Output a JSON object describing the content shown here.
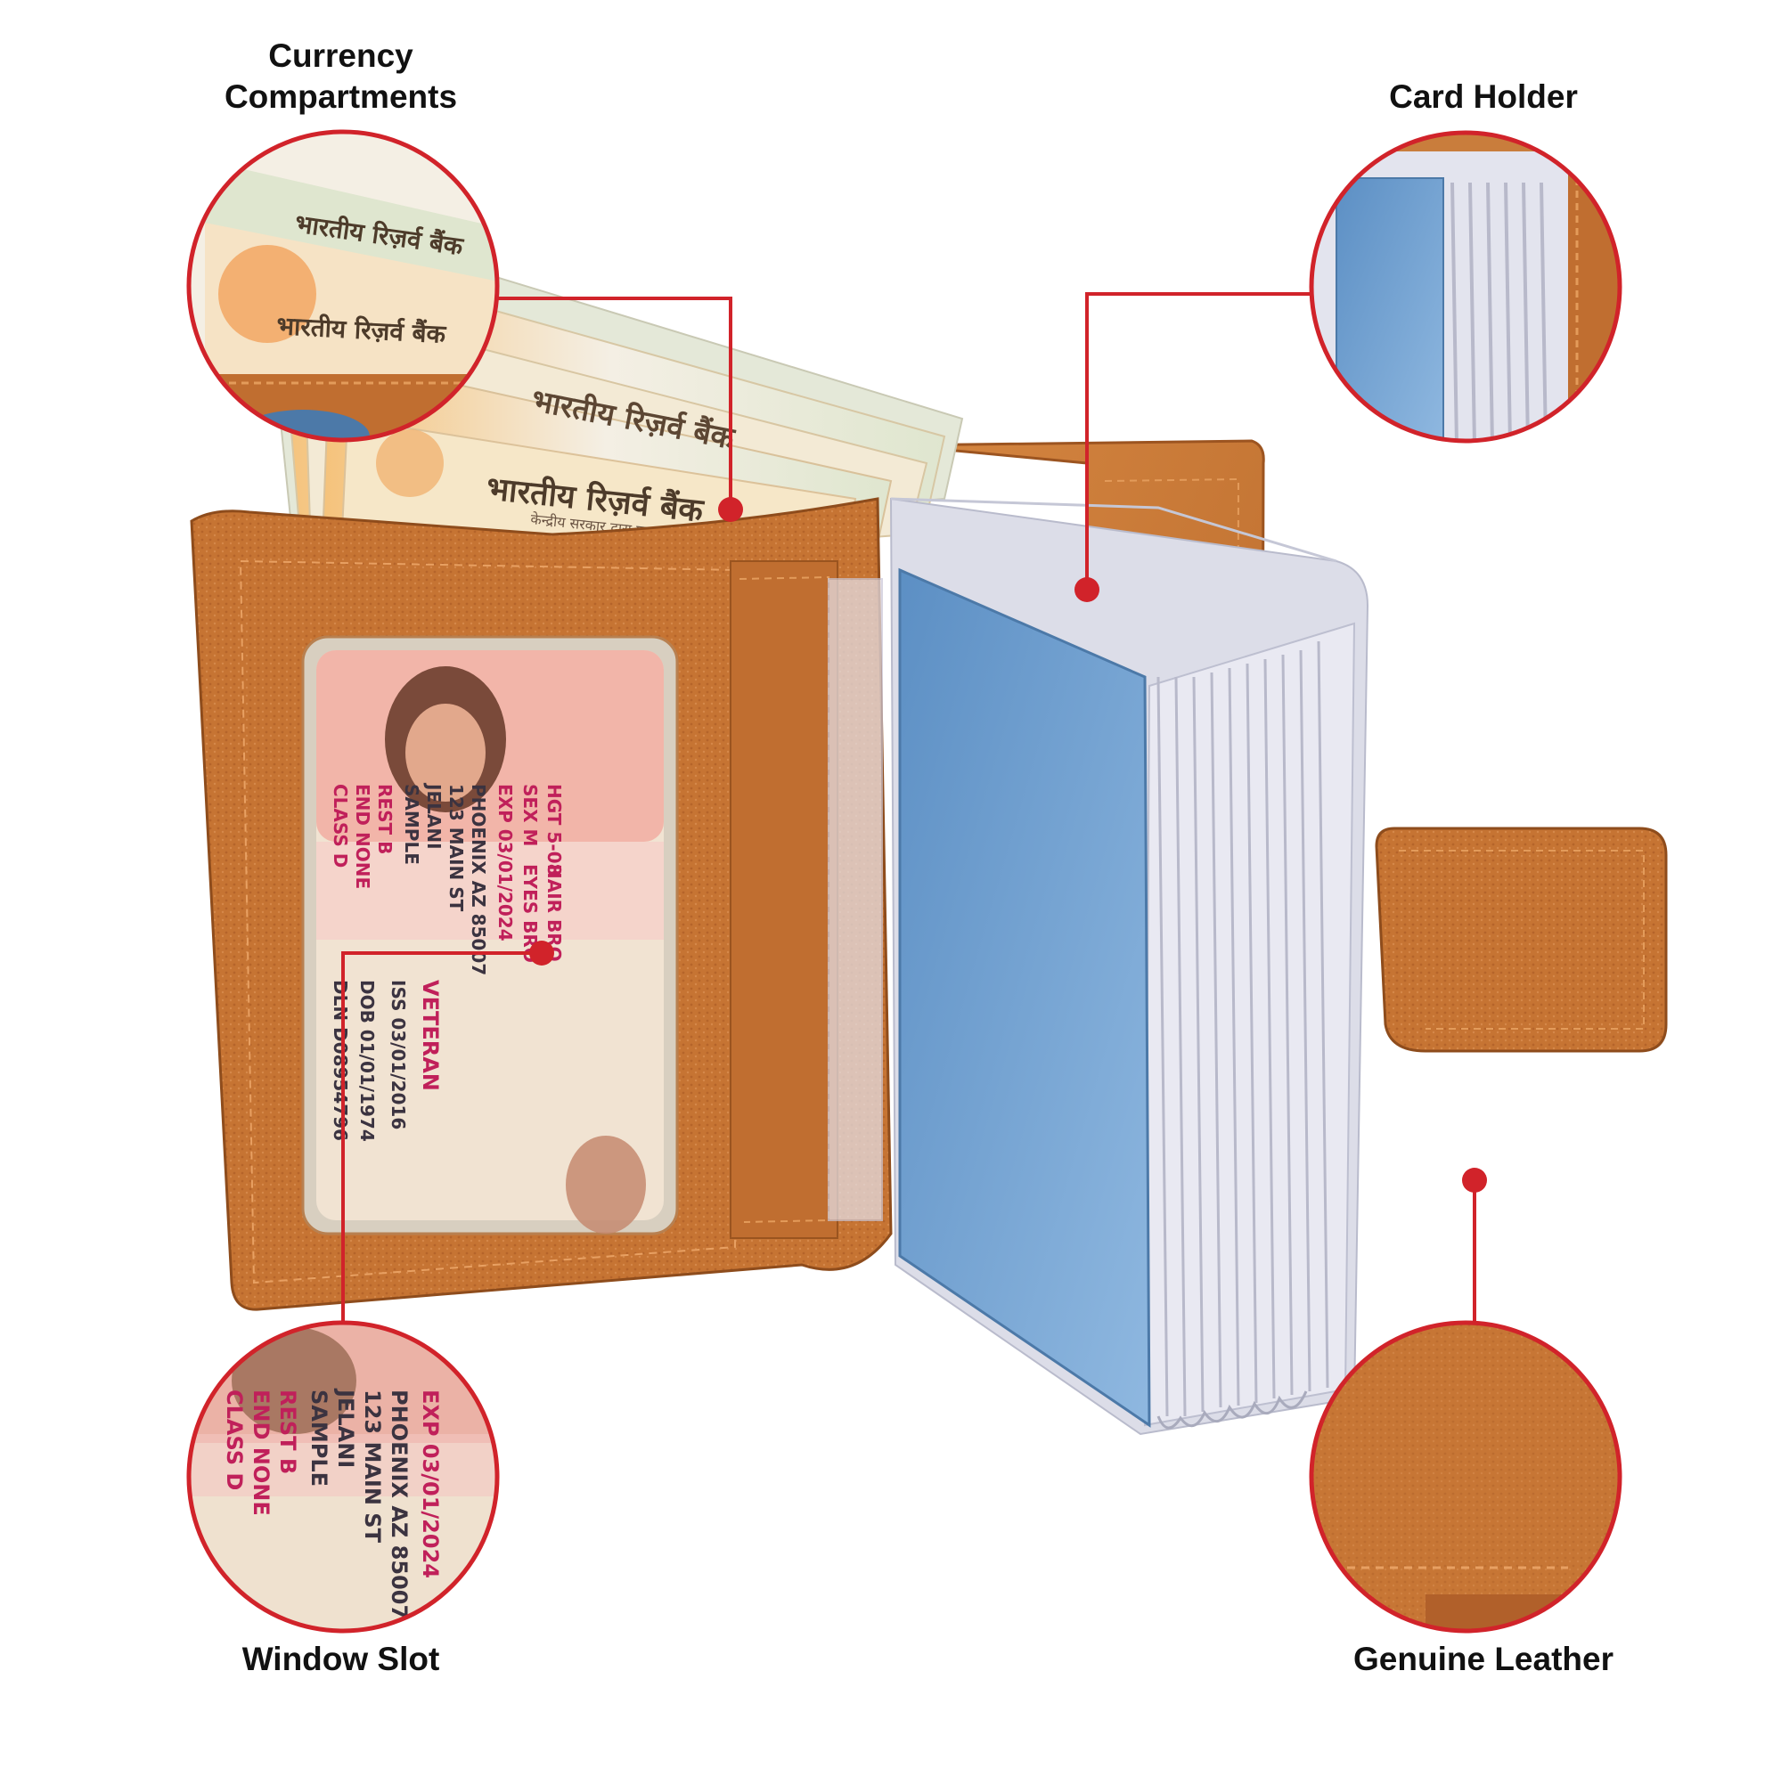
{
  "colors": {
    "accent_red": "#d1232a",
    "leather": "#c77735",
    "leather_dark": "#9c5420",
    "card_blue": "#6d9fd0",
    "plastic": "#dfe2ee"
  },
  "callouts": {
    "currency": {
      "line1": "Currency",
      "line2": "Compartments"
    },
    "card_holder": {
      "label": "Card Holder"
    },
    "window_slot": {
      "label": "Window Slot"
    },
    "genuine_leather": {
      "label": "Genuine Leather"
    }
  },
  "banknote": {
    "hindi_title": "भारतीय रिज़र्व बैंक",
    "hindi_sub": "केन्द्रीय सरकार द्वारा प्रत्याभूत"
  },
  "id_card": {
    "class": "CLASS D",
    "end": "END NONE",
    "rest": "REST B",
    "name1": "SAMPLE",
    "name2": "JELANI",
    "addr1": "123 MAIN ST",
    "addr2": "PHOENIX AZ 85007",
    "exp": "EXP 03/01/2024",
    "sex": "SEX M",
    "eyes": "EYES BRO",
    "hgt": "HGT 5-08",
    "hair": "HAIR BRO",
    "dln": "DLN D08954796",
    "dob": "DOB 01/01/1974",
    "iss": "ISS 03/01/2016",
    "veteran": "VETERAN"
  }
}
